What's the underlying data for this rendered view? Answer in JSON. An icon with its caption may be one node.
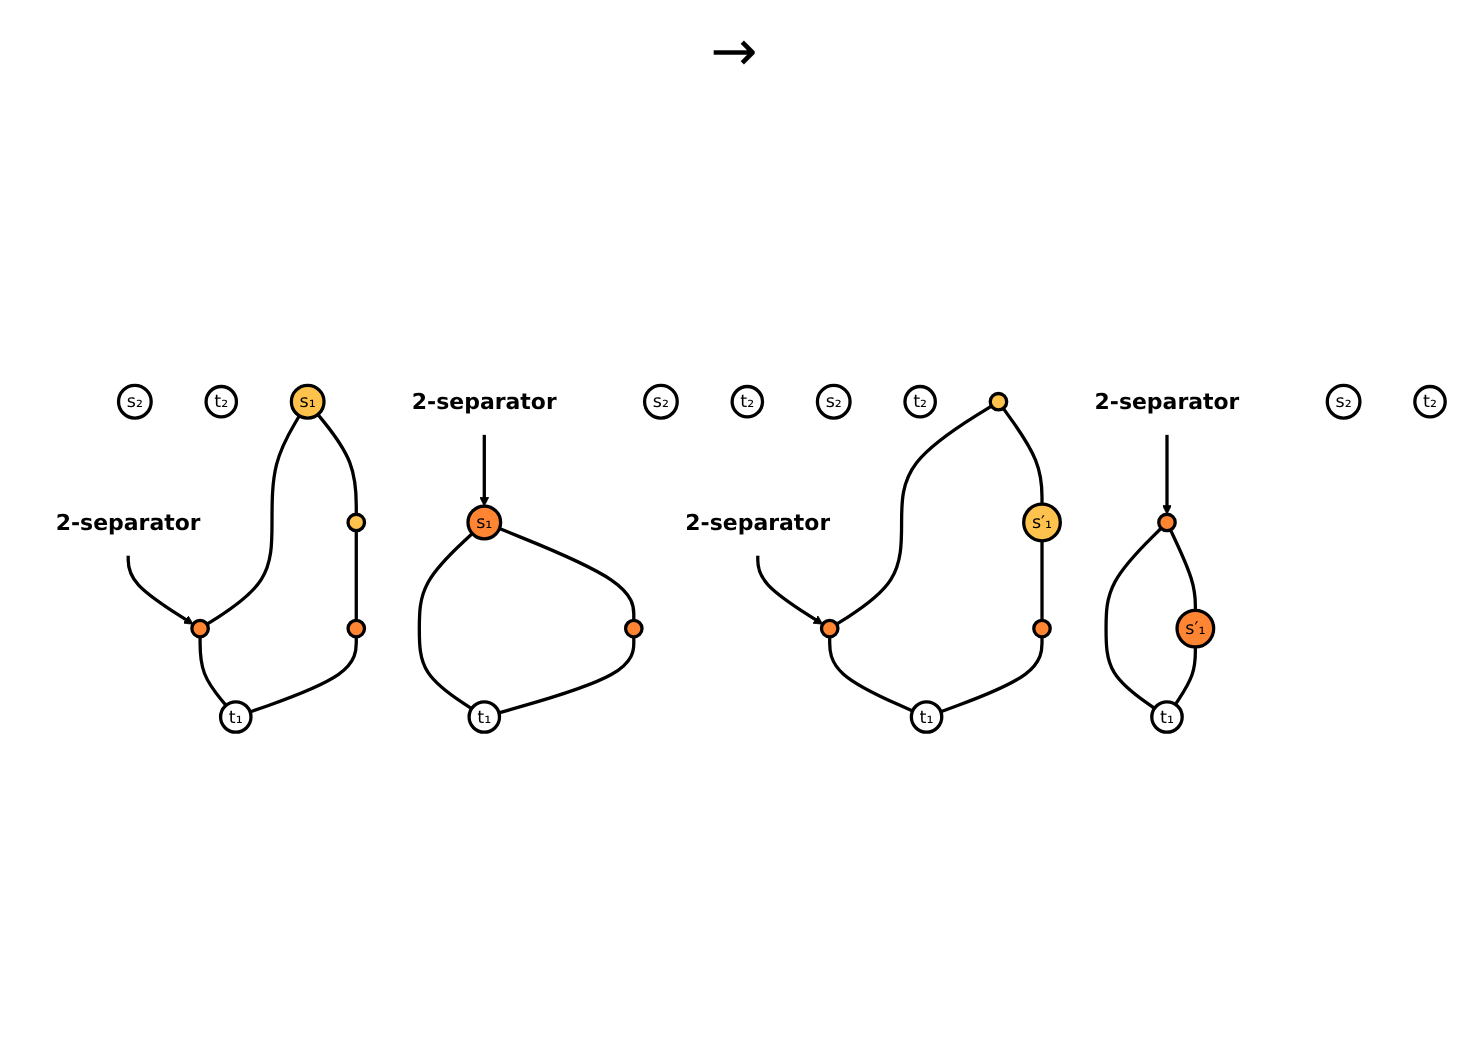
{
  "diagram": {
    "nodes": [
      {
        "text": [
          "2-separator"
        ]
      },
      {
        "text": [
          "s₂"
        ]
      },
      {
        "text": [
          "t₂"
        ]
      },
      {
        "text": [
          "s₁"
        ]
      },
      {
        "text": [],
        "shape": "circle"
      },
      {
        "text": [
          "t₁"
        ]
      },
      {
        "text": [],
        "shape": "circle"
      },
      {
        "text": [],
        "shape": "circle"
      },
      {
        "text": [
          "2-separator"
        ]
      },
      {
        "text": [
          "s₂"
        ]
      },
      {
        "text": [
          "t₂"
        ]
      },
      {
        "text": [
          "s₁"
        ]
      },
      {
        "text": [
          "t₁"
        ]
      },
      {
        "text": [],
        "shape": "circle"
      },
      {
        "text": [
          "2-separator"
        ]
      },
      {
        "text": [
          "s₂"
        ]
      },
      {
        "text": [
          "t₂"
        ]
      },
      {
        "text": [],
        "shape": "circle"
      },
      {
        "text": [],
        "shape": "circle"
      },
      {
        "text": [
          "t₁"
        ]
      },
      {
        "text": [
          "s′₁"
        ]
      },
      {
        "text": [],
        "shape": "circle"
      },
      {
        "text": [
          "2-separator"
        ]
      },
      {
        "text": [
          "s₂"
        ]
      },
      {
        "text": [
          "t₂"
        ]
      },
      {
        "text": [],
        "shape": "circle"
      },
      {
        "text": [
          "t₁"
        ]
      },
      {
        "text": [
          "s′₁"
        ]
      }
    ],
    "edges": [
      {
        "from": 0,
        "to": 4,
        "arrow": "to"
      },
      {
        "from": 3,
        "to": 4,
        "arrow": "none"
      },
      {
        "from": 3,
        "to": 6,
        "arrow": "none"
      },
      {
        "from": 6,
        "to": 7,
        "arrow": "none"
      },
      {
        "from": 4,
        "to": 5,
        "arrow": "none"
      },
      {
        "from": 7,
        "to": 5,
        "arrow": "none"
      },
      {
        "from": 8,
        "to": 11,
        "arrow": "to"
      },
      {
        "from": 11,
        "to": 12,
        "arrow": "none"
      },
      {
        "from": 11,
        "to": 13,
        "arrow": "none"
      },
      {
        "from": 13,
        "to": 12,
        "arrow": "none"
      },
      {
        "from": 14,
        "to": 18,
        "arrow": "to"
      },
      {
        "from": 17,
        "to": 18,
        "arrow": "none"
      },
      {
        "from": 17,
        "to": 20,
        "arrow": "none"
      },
      {
        "from": 20,
        "to": 21,
        "arrow": "none"
      },
      {
        "from": 18,
        "to": 19,
        "arrow": "none"
      },
      {
        "from": 21,
        "to": 19,
        "arrow": "none"
      },
      {
        "from": 22,
        "to": 25,
        "arrow": "to"
      },
      {
        "from": 25,
        "to": 26,
        "arrow": "none"
      },
      {
        "from": 25,
        "to": 27,
        "arrow": "none"
      },
      {
        "from": 27,
        "to": 26,
        "arrow": "none"
      }
    ],
    "labels": [
      "→"
    ]
  }
}
